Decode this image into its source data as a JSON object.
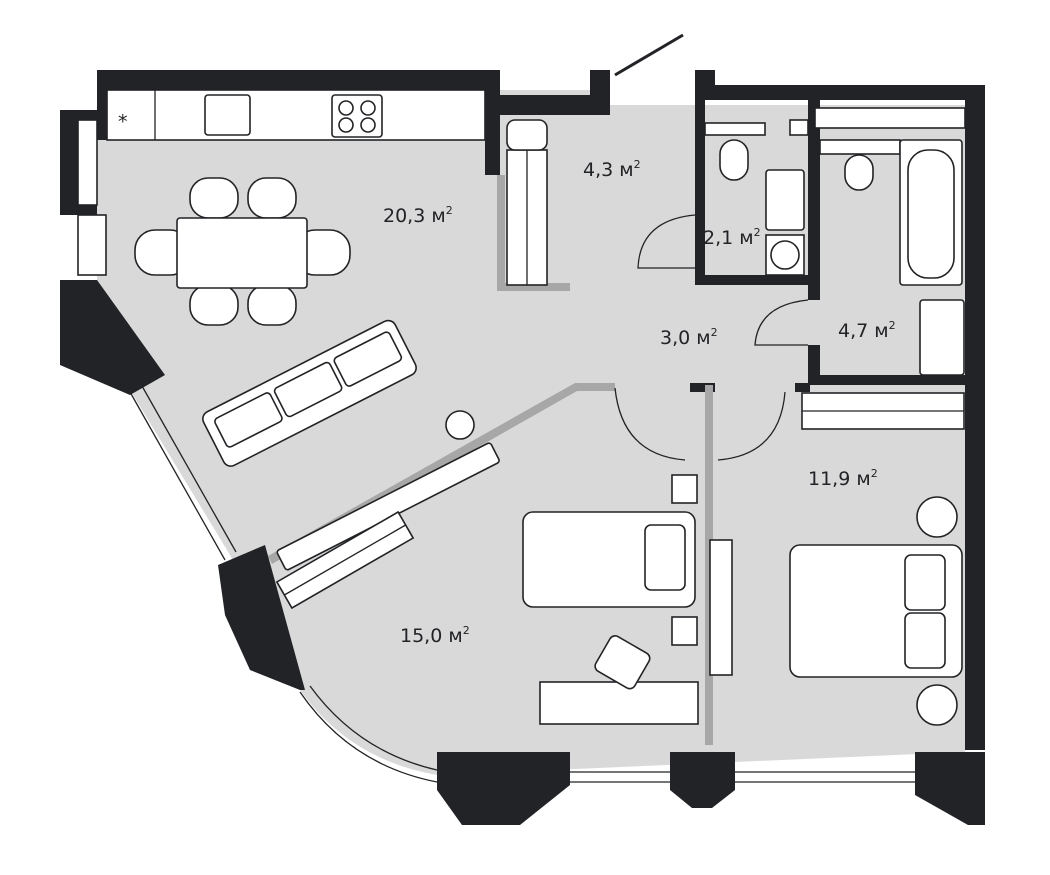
{
  "colors": {
    "floor": "#d9d9d9",
    "wall": "#222326",
    "partition": "#a7a7a7",
    "furniture": "#ffffff"
  },
  "unit": "м",
  "unit_power": "2",
  "rooms": [
    {
      "id": "kitchen-living",
      "area": "20,3"
    },
    {
      "id": "hallway",
      "area": "4,3"
    },
    {
      "id": "toilet",
      "area": "2,1"
    },
    {
      "id": "corridor",
      "area": "3,0"
    },
    {
      "id": "bathroom",
      "area": "4,7"
    },
    {
      "id": "bedroom",
      "area": "11,9"
    },
    {
      "id": "room",
      "area": "15,0"
    }
  ]
}
